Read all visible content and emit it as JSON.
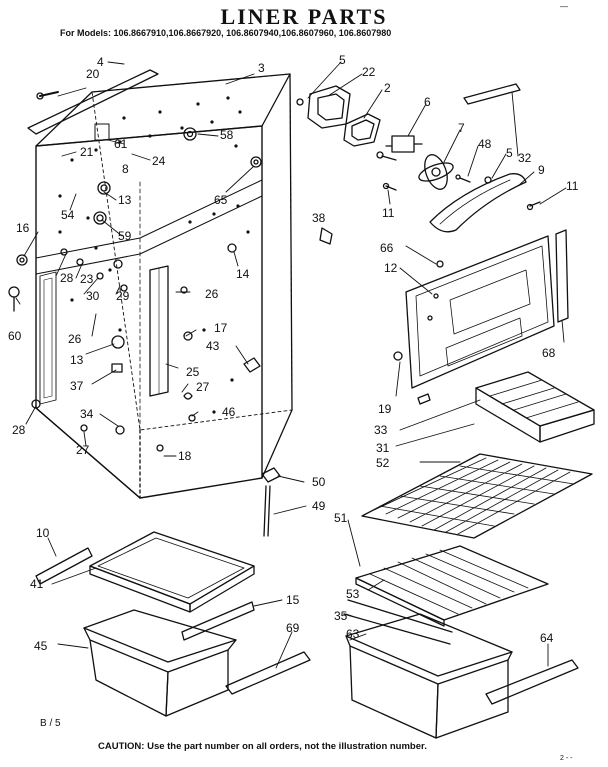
{
  "header": {
    "title": "LINER PARTS",
    "models": "For Models: 106.8667910,106.8667920, 106.8607940,106.8607960, 106.8607980",
    "corner_mark": "—"
  },
  "footer": {
    "page_ref": "B / 5",
    "caution": "CAUTION: Use the part number on all orders, not the illustration number.",
    "corner_mark": "2 - -"
  },
  "callouts": [
    {
      "id": "c1",
      "text": "20"
    },
    {
      "id": "c2",
      "text": "4"
    },
    {
      "id": "c3",
      "text": "3"
    },
    {
      "id": "c4",
      "text": "5"
    },
    {
      "id": "c5",
      "text": "22"
    },
    {
      "id": "c6",
      "text": "2"
    },
    {
      "id": "c7",
      "text": "6"
    },
    {
      "id": "c8",
      "text": "7"
    },
    {
      "id": "c9",
      "text": "48"
    },
    {
      "id": "c10",
      "text": "5"
    },
    {
      "id": "c11",
      "text": "32"
    },
    {
      "id": "c12",
      "text": "9"
    },
    {
      "id": "c13",
      "text": "11"
    },
    {
      "id": "c14",
      "text": "11"
    },
    {
      "id": "c15",
      "text": "21"
    },
    {
      "id": "c16",
      "text": "61"
    },
    {
      "id": "c17",
      "text": "8"
    },
    {
      "id": "c18",
      "text": "24"
    },
    {
      "id": "c19",
      "text": "58"
    },
    {
      "id": "c20",
      "text": "54"
    },
    {
      "id": "c21",
      "text": "13"
    },
    {
      "id": "c22",
      "text": "65"
    },
    {
      "id": "c23",
      "text": "38"
    },
    {
      "id": "c24",
      "text": "66"
    },
    {
      "id": "c25",
      "text": "12"
    },
    {
      "id": "c26",
      "text": "16"
    },
    {
      "id": "c27",
      "text": "59"
    },
    {
      "id": "c28",
      "text": "14"
    },
    {
      "id": "c29",
      "text": "28"
    },
    {
      "id": "c30",
      "text": "23"
    },
    {
      "id": "c31",
      "text": "30"
    },
    {
      "id": "c32",
      "text": "29"
    },
    {
      "id": "c33",
      "text": "26"
    },
    {
      "id": "c34",
      "text": "60"
    },
    {
      "id": "c35",
      "text": "26"
    },
    {
      "id": "c36",
      "text": "17"
    },
    {
      "id": "c37",
      "text": "43"
    },
    {
      "id": "c38",
      "text": "13"
    },
    {
      "id": "c39",
      "text": "25"
    },
    {
      "id": "c40",
      "text": "37"
    },
    {
      "id": "c41",
      "text": "27"
    },
    {
      "id": "c42",
      "text": "68"
    },
    {
      "id": "c43",
      "text": "19"
    },
    {
      "id": "c44",
      "text": "28"
    },
    {
      "id": "c45",
      "text": "34"
    },
    {
      "id": "c46",
      "text": "46"
    },
    {
      "id": "c47",
      "text": "27"
    },
    {
      "id": "c48",
      "text": "18"
    },
    {
      "id": "c49",
      "text": "33"
    },
    {
      "id": "c50",
      "text": "31"
    },
    {
      "id": "c51",
      "text": "52"
    },
    {
      "id": "c52",
      "text": "50"
    },
    {
      "id": "c53",
      "text": "49"
    },
    {
      "id": "c54",
      "text": "10"
    },
    {
      "id": "c55",
      "text": "51"
    },
    {
      "id": "c56",
      "text": "41"
    },
    {
      "id": "c57",
      "text": "15"
    },
    {
      "id": "c58",
      "text": "53"
    },
    {
      "id": "c59",
      "text": "35"
    },
    {
      "id": "c60",
      "text": "63"
    },
    {
      "id": "c61",
      "text": "69"
    },
    {
      "id": "c62",
      "text": "64"
    },
    {
      "id": "c63",
      "text": "45"
    }
  ]
}
